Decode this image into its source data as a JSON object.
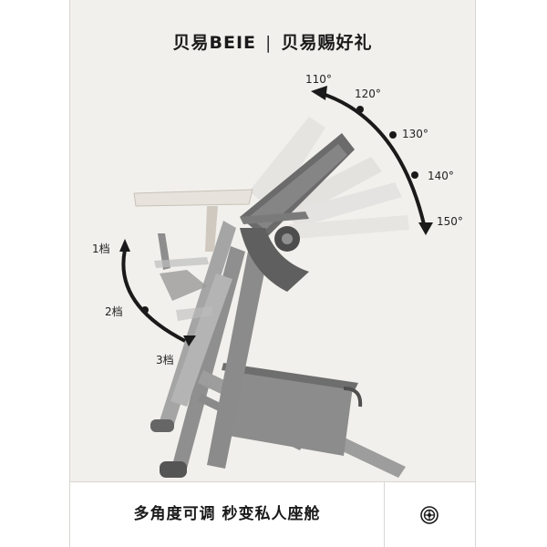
{
  "brand": {
    "logo_text": "贝易BEIE",
    "separator": "|",
    "slogan": "贝易赐好礼"
  },
  "recline_angles": [
    "110°",
    "120°",
    "130°",
    "140°",
    "150°"
  ],
  "footrest_gears": [
    "1档",
    "2档",
    "3档"
  ],
  "footer": {
    "headline": "多角度可调  秒变私人座舱",
    "logo_icon": "brand-seal-icon"
  },
  "colors": {
    "background": "#f2f0ec",
    "frame": "#9a9a9a",
    "seat": "#6d6d6d",
    "tray": "#e7e3dc",
    "arrow": "#1a1a1a"
  }
}
